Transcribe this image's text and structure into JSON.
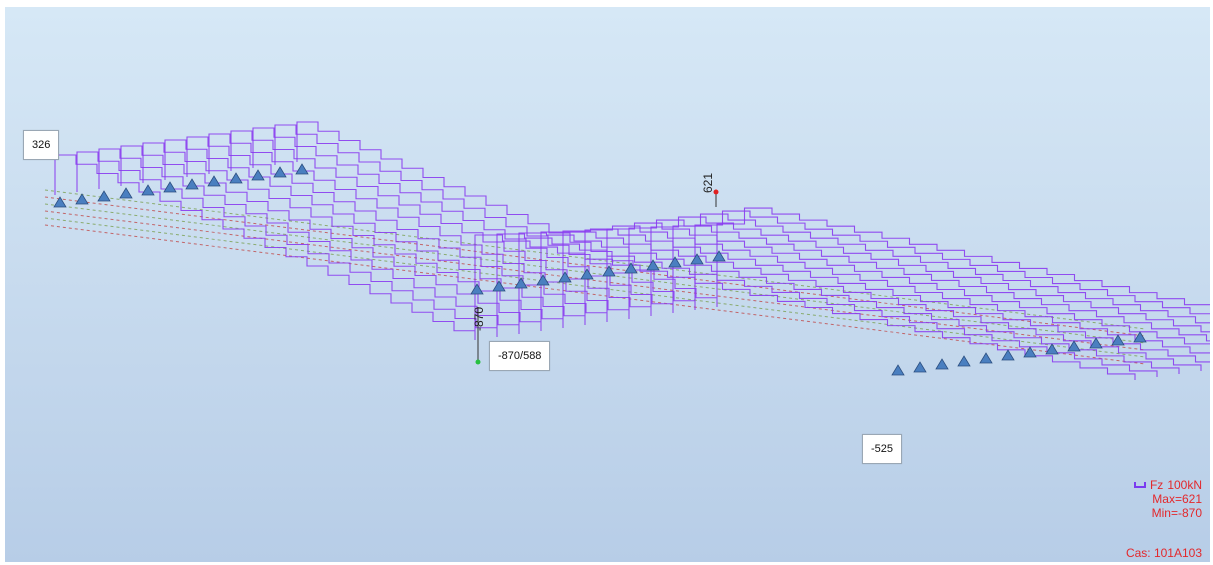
{
  "callouts": {
    "left_end": "326",
    "max_min_pair": "-870/588",
    "right_min": "-525"
  },
  "extreme_labels": {
    "max": "621",
    "min": "-870"
  },
  "legend": {
    "component": "Fz",
    "scale": "100kN",
    "max": "Max=621",
    "min": "Min=-870",
    "case": "Cas: 101A103"
  },
  "colors": {
    "diagram": "#8a3cf0",
    "background_top": "#d6e8f6",
    "background_bottom": "#b7cde7",
    "legend_text": "#e3282c",
    "support": "#4a7fc0"
  },
  "icons": [
    "support-icon"
  ]
}
